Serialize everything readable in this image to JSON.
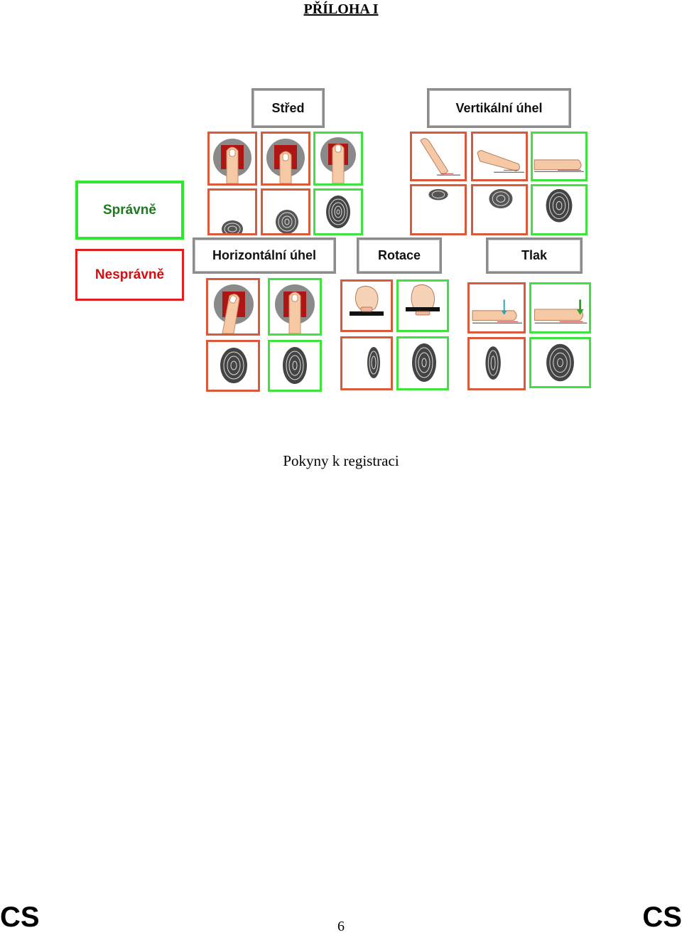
{
  "title": "PŘÍLOHA I",
  "headers": {
    "stred": "Střed",
    "vertical": "Vertikální úhel",
    "horizontal": "Horizontální úhel",
    "rotation": "Rotace",
    "pressure": "Tlak"
  },
  "legend": {
    "correct": "Správně",
    "incorrect": "Nesprávně"
  },
  "colors": {
    "correct": "#3fe23f",
    "incorrect": "#d95a3a"
  },
  "caption": "Pokyny k registraci",
  "footer": {
    "left": "CS",
    "page": "6",
    "right": "CS"
  }
}
